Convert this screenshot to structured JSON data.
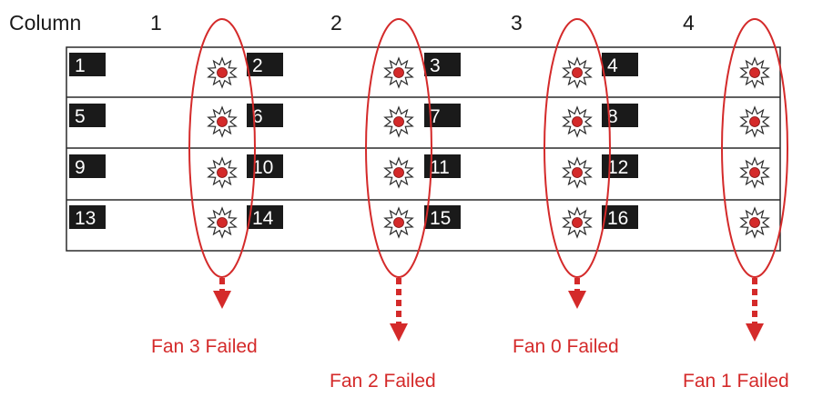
{
  "header_label": "Column",
  "columns": [
    {
      "label": "1",
      "slots": [
        "1",
        "5",
        "9",
        "13"
      ],
      "fan_label": "Fan 3 Failed"
    },
    {
      "label": "2",
      "slots": [
        "2",
        "6",
        "10",
        "14"
      ],
      "fan_label": "Fan 2 Failed"
    },
    {
      "label": "3",
      "slots": [
        "3",
        "7",
        "11",
        "15"
      ],
      "fan_label": "Fan 0 Failed"
    },
    {
      "label": "4",
      "slots": [
        "4",
        "8",
        "12",
        "16"
      ],
      "fan_label": "Fan 1 Failed"
    }
  ],
  "colors": {
    "accent": "#d42a2a",
    "slot_badge": "#1a1a1a",
    "line": "#2a2a2a",
    "fan_led": "#d42a2a"
  },
  "icons": {
    "failed_fan": "starburst-led-icon",
    "failure_arrow": "dashed-down-arrow-icon"
  }
}
